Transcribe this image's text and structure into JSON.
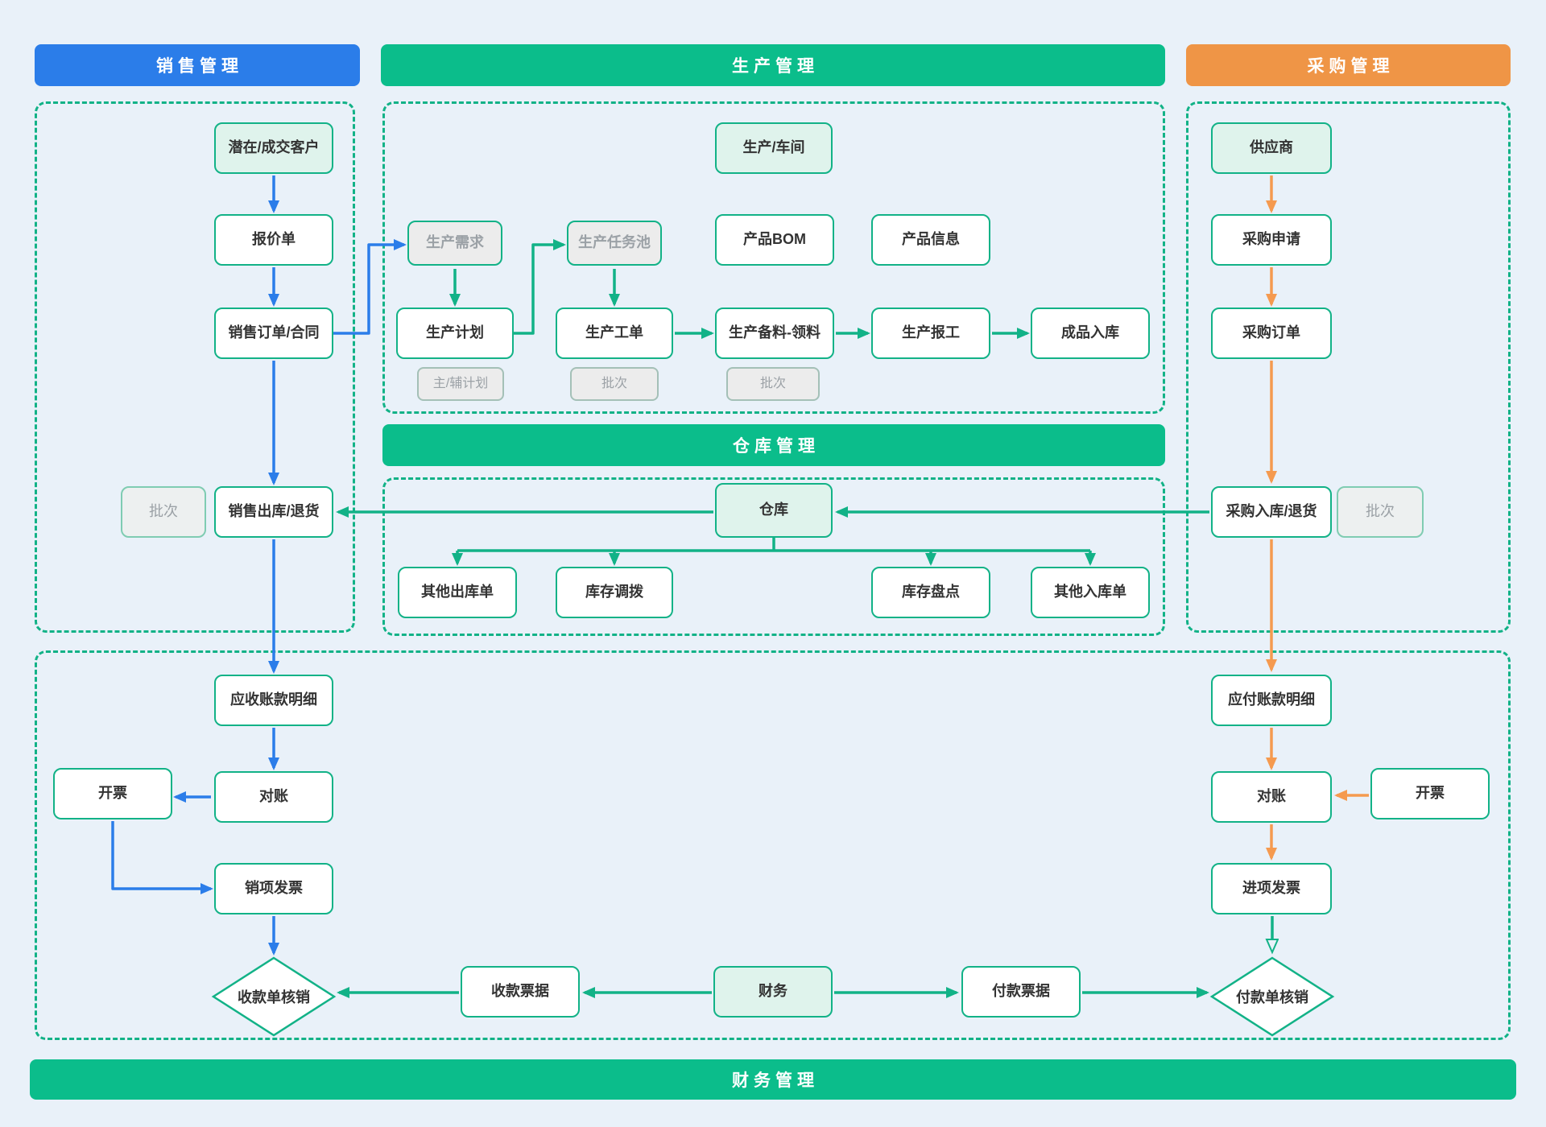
{
  "colors": {
    "bg": "#e9f1f9",
    "blue": "#2b7de9",
    "green": "#0bbd8b",
    "green-line": "#12b287",
    "orange": "#ef9546",
    "orange-line": "#f59a4f",
    "mint": "#dff3ec",
    "gray-fill": "#ececec",
    "gray-text": "#9ba1a6",
    "node-text": "#333333"
  },
  "headers": {
    "sales": "销售管理",
    "production": "生产管理",
    "purchase": "采购管理"
  },
  "bands": {
    "warehouse": "仓库管理",
    "finance": "财务管理"
  },
  "nodes": {
    "qianzai": "潜在/成交客户",
    "baojiadan": "报价单",
    "xiaoshou_dingdan": "销售订单/合同",
    "pici_xiaoshou": "批次",
    "xiaoshou_chuku": "销售出库/退货",
    "yingshou": "应收账款明细",
    "duizhang_zuo": "对账",
    "kaipiao_zuo": "开票",
    "xiaoxiang_fapiao": "销项发票",
    "shoukuan_hexiao": "收款单核销",
    "shoukuan_piaoju": "收款票据",
    "caiwu": "财务",
    "fukuan_piaoju": "付款票据",
    "fukuan_hexiao": "付款单核销",
    "shengchan_chejian": "生产/车间",
    "shengchan_xuqiu": "生产需求",
    "shengchan_renwuchi": "生产任务池",
    "chanpin_bom": "产品BOM",
    "chanpin_xinxi": "产品信息",
    "shengchan_jihua": "生产计划",
    "shengchan_gongdan": "生产工单",
    "shengchan_beiliao": "生产备料-领料",
    "shengchan_baogong": "生产报工",
    "chengpin_ruku": "成品入库",
    "zhufu_jihua": "主/辅计划",
    "pici_gongdan": "批次",
    "pici_beiliao": "批次",
    "cangku": "仓库",
    "qita_chuku": "其他出库单",
    "kucun_diaobo": "库存调拨",
    "kucun_pandian": "库存盘点",
    "qita_ruku": "其他入库单",
    "gongyingshang": "供应商",
    "caigou_shenqing": "采购申请",
    "caigou_dingdan": "采购订单",
    "caigou_ruku": "采购入库/退货",
    "pici_caigou": "批次",
    "yingfu": "应付账款明细",
    "duizhang_you": "对账",
    "kaipiao_you": "开票",
    "jinxiang_fapiao": "进项发票"
  }
}
